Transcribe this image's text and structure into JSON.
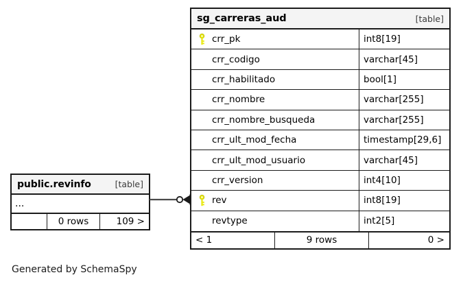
{
  "diagram": {
    "generator_note": "Generated by SchemaSpy",
    "accent_key_color": "#e8e80d",
    "border_color": "#1a1a1a",
    "header_bg": "#f4f4f4"
  },
  "tables": {
    "main": {
      "title": "sg_carreras_aud",
      "kind": "[table]",
      "columns": [
        {
          "key": "pk",
          "key_icon": "key-icon",
          "name": "crr_pk",
          "type": "int8[19]"
        },
        {
          "key": "",
          "key_icon": "",
          "name": "crr_codigo",
          "type": "varchar[45]"
        },
        {
          "key": "",
          "key_icon": "",
          "name": "crr_habilitado",
          "type": "bool[1]"
        },
        {
          "key": "",
          "key_icon": "",
          "name": "crr_nombre",
          "type": "varchar[255]"
        },
        {
          "key": "",
          "key_icon": "",
          "name": "crr_nombre_busqueda",
          "type": "varchar[255]"
        },
        {
          "key": "",
          "key_icon": "",
          "name": "crr_ult_mod_fecha",
          "type": "timestamp[29,6]"
        },
        {
          "key": "",
          "key_icon": "",
          "name": "crr_ult_mod_usuario",
          "type": "varchar[45]"
        },
        {
          "key": "",
          "key_icon": "",
          "name": "crr_version",
          "type": "int4[10]"
        },
        {
          "key": "pk",
          "key_icon": "key-icon",
          "name": "rev",
          "type": "int8[19]"
        },
        {
          "key": "",
          "key_icon": "",
          "name": "revtype",
          "type": "int2[5]"
        }
      ],
      "footer": {
        "left": "< 1",
        "center": "9 rows",
        "right": "0 >"
      }
    },
    "related": {
      "title": "public.revinfo",
      "kind": "[table]",
      "ellipsis": "...",
      "footer": {
        "left": "",
        "center": "0 rows",
        "right": "109 >"
      }
    }
  }
}
